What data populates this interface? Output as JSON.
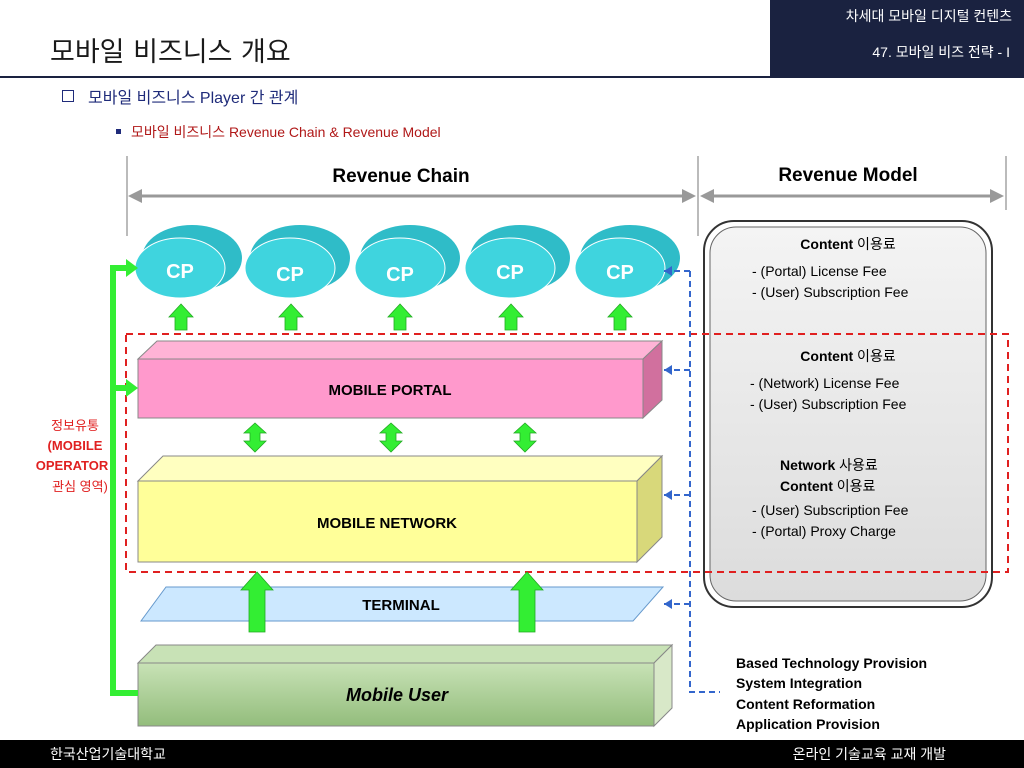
{
  "header": {
    "title": "모바일 비즈니스 개요",
    "course": "차세대 모바일 디지털 컨텐츠",
    "section": "47. 모바일 비즈 전략 - I"
  },
  "bullets": {
    "main": "모바일 비즈니스 Player 간 관계",
    "sub": "모바일 비즈니스 Revenue Chain & Revenue Model"
  },
  "diagram": {
    "revenue_chain_label": "Revenue Chain",
    "revenue_model_label": "Revenue Model",
    "cp_label": "CP",
    "portal_label": "MOBILE PORTAL",
    "network_label": "MOBILE NETWORK",
    "terminal_label": "TERMINAL",
    "user_label": "Mobile User",
    "operator_label": [
      "정보유통",
      "(MOBILE",
      "OPERATOR",
      "관심 영역)"
    ],
    "model_sections": [
      {
        "heading_bold": [
          "Content"
        ],
        "heading_rest": [
          " 이용료"
        ],
        "items": [
          "- (Portal) License Fee",
          "- (User) Subscription Fee"
        ]
      },
      {
        "heading_bold": [
          "Content"
        ],
        "heading_rest": [
          " 이용료"
        ],
        "items": [
          "- (Network) License Fee",
          "- (User) Subscription Fee"
        ]
      },
      {
        "heading_bold": [
          "Network",
          "Content"
        ],
        "heading_rest": [
          " 사용료",
          " 이용료"
        ],
        "items": [
          "- (User) Subscription Fee",
          "- (Portal) Proxy Charge"
        ]
      }
    ],
    "provisions": [
      "Based Technology Provision",
      "System Integration",
      "Content Reformation",
      "Application Provision"
    ]
  },
  "colors": {
    "header_bar": "#1a2240",
    "cp_fill": "#35cbd6",
    "portal_fill": "#ff99cc",
    "network_fill": "#ffff99",
    "terminal_fill": "#cce8ff",
    "user_fill": "#a9cf95",
    "green_arrow": "#33ee33",
    "dashed_red": "#e02020",
    "dashed_blue": "#3366cc"
  },
  "footer": {
    "left": "한국산업기술대학교",
    "right": "온라인 기술교육 교재 개발"
  }
}
